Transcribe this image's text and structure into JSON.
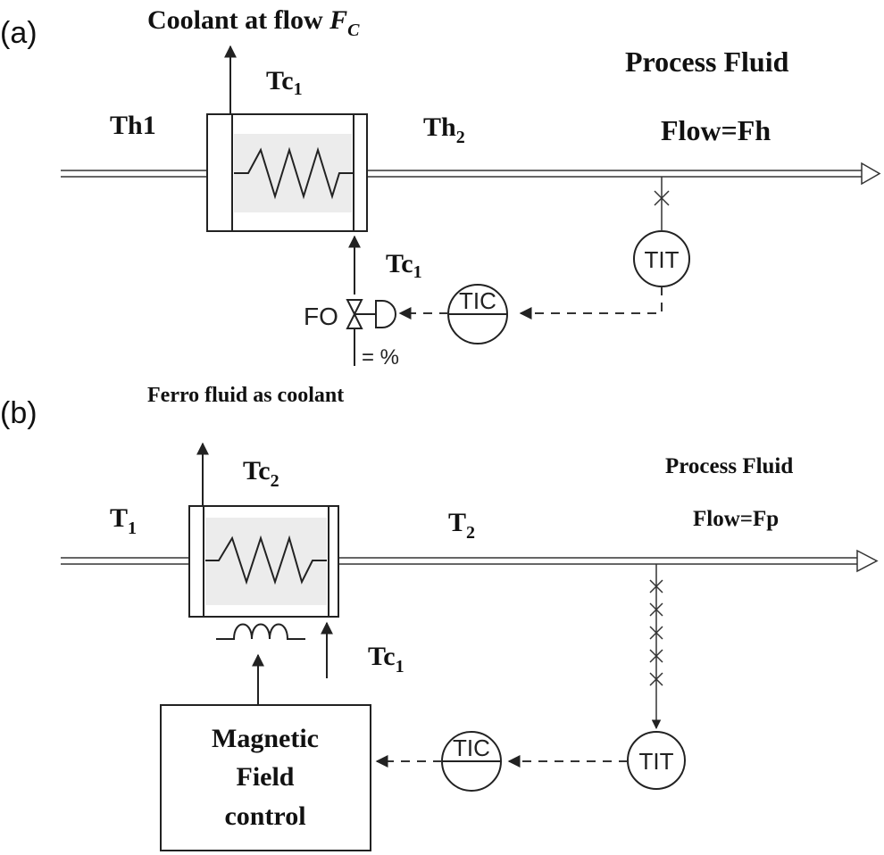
{
  "panel_a": {
    "label": "(a)",
    "coolant_label": "Coolant at flow ",
    "coolant_symbol": "F",
    "coolant_subscript": "C",
    "tc_top_label": "Tc",
    "tc_top_sub": "1",
    "th1_label": "Th1",
    "th2_label": "Th",
    "th2_sub": "2",
    "process_fluid_label": "Process Fluid",
    "flow_label": "Flow=Fh",
    "tc_bottom_label": "Tc",
    "tc_bottom_sub": "1",
    "fo_label": "FO",
    "valve_char_label": "= %",
    "tic_label": "TIC",
    "tit_label": "TIT"
  },
  "panel_b": {
    "label": "(b)",
    "coolant_title": "Ferro fluid as coolant",
    "tc_top_label": "Tc",
    "tc_top_sub": "2",
    "t1_label": "T",
    "t1_sub": "1",
    "t2_label": "T",
    "t2_sub": "2",
    "process_fluid_label": "Process Fluid",
    "flow_label": "Flow=Fp",
    "tc_bottom_label": "Tc",
    "tc_bottom_sub": "1",
    "controller_line1": "Magnetic",
    "controller_line2": "Field",
    "controller_line3": "control",
    "tic_label": "TIC",
    "tit_label": "TIT"
  }
}
